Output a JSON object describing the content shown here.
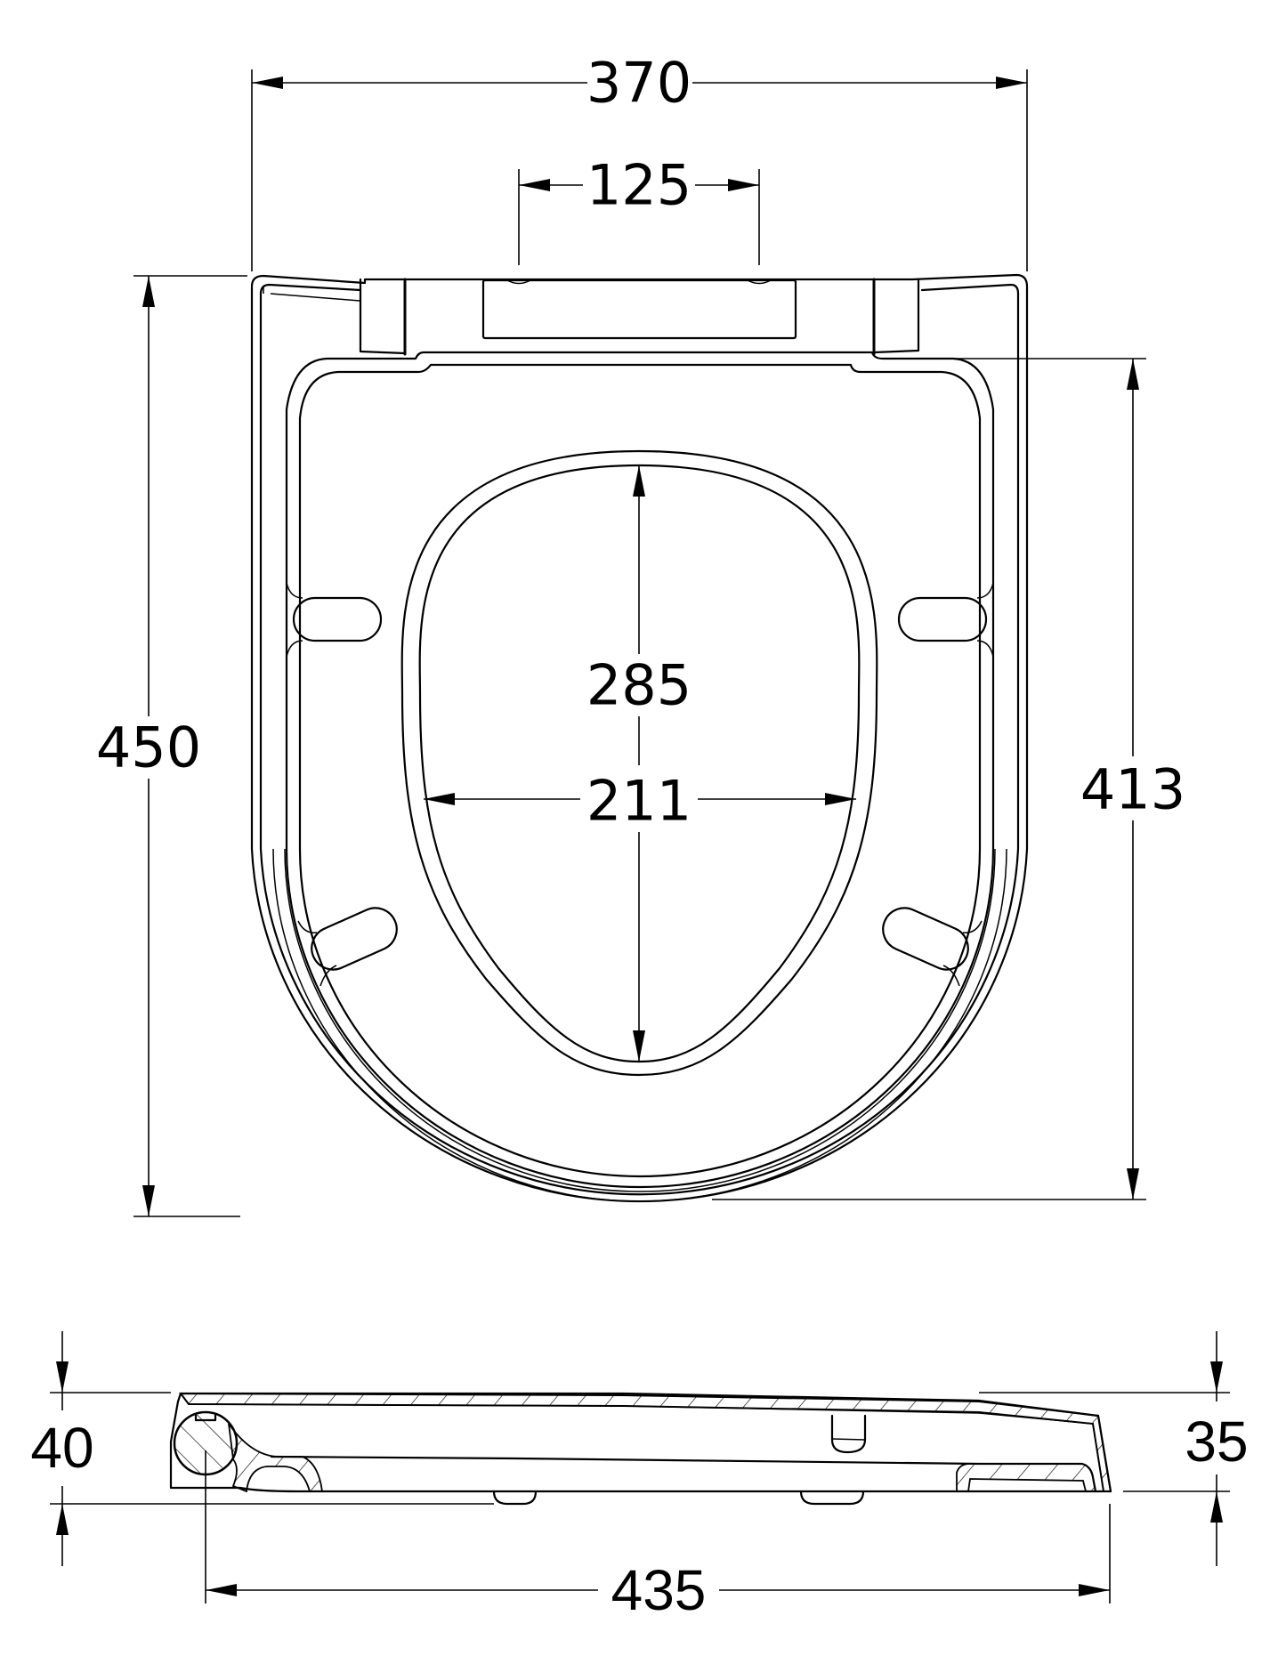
{
  "drawing": {
    "subject": "D-shaped toilet seat technical drawing",
    "units": "mm",
    "plan_view": {
      "dimensions": {
        "overall_width": "370",
        "hinge_centres": "125",
        "overall_length": "450",
        "lid_length": "413",
        "opening_length": "285",
        "opening_width": "211"
      }
    },
    "side_view": {
      "dimensions": {
        "height_rear": "40",
        "height_front": "35",
        "overall_depth": "435"
      }
    }
  },
  "colors": {
    "line": "#000000",
    "background": "#ffffff"
  }
}
